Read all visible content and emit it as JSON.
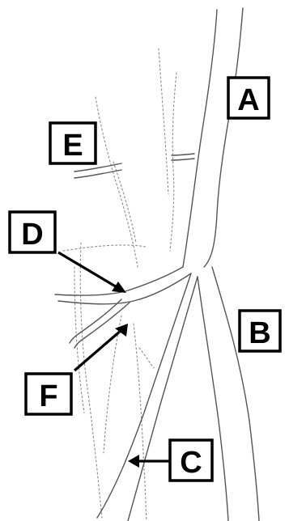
{
  "labels": {
    "A": "A",
    "B": "B",
    "C": "C",
    "D": "D",
    "E": "E",
    "F": "F"
  },
  "colors": {
    "vessel": "#555555",
    "dotted": "#8a8a8a",
    "label": "#000000",
    "background": "#ffffff"
  }
}
